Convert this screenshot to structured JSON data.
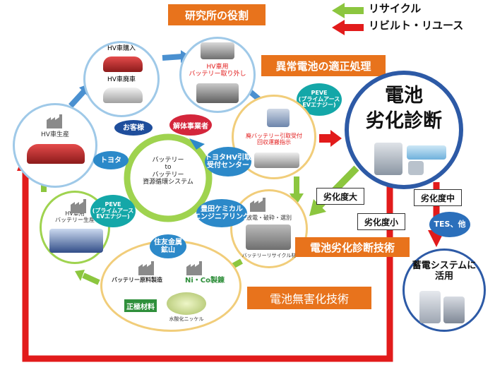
{
  "header": {
    "role_title": "研究所の役割",
    "legend_recycle": "リサイクル",
    "legend_rebuild": "リビルト・リユース"
  },
  "processing": {
    "abnormal_title": "異常電池の適正処理"
  },
  "diagnosis": {
    "title_line1": "電池",
    "title_line2": "劣化診断",
    "peve_label": "PEVE\n(プライムアース\nEVエナジー)"
  },
  "cycle": {
    "center_label": "バッテリー\nto\nバッテリー\n資源循環システム",
    "purchase": "HV車購入",
    "scrap": "HV車廃車",
    "removal": "HV車用\nバッテリー取り外し",
    "customer": "お客様",
    "dismantler": "解体事業者",
    "receiving": "廃バッテリー引取受付\n回収運搬指示",
    "toyota_center": "トヨタHV引取\n受付センター",
    "toyota": "トヨタ",
    "production": "HV車生産",
    "toyota_chem": "豊田ケミカル\nエンジニアリング",
    "crush": "放電・破砕・選別",
    "recycle_material": "バッテリーリサイクル材",
    "hv_battery_prod": "HV車用\nバッテリー生産",
    "peve_cycle": "PEVE\n(プライムアース\nEVエナジー)",
    "sumitomo": "住友金属\n鉱山",
    "raw_material": "バッテリー原料製造",
    "nico": "Ni・Co製錬",
    "cathode": "正極材料",
    "nickel_hydroxide": "水酸化ニッケル"
  },
  "degradation": {
    "large": "劣化度大",
    "small": "劣化度小",
    "medium": "劣化度中",
    "tes": "TES、他"
  },
  "tech": {
    "diagnosis_tech": "電池劣化診断技術",
    "harmless_tech": "電池無害化技術"
  },
  "storage": {
    "label": "蓄電システムに\n活用"
  },
  "colors": {
    "orange": "#e8731c",
    "red": "#e21b1b",
    "green": "#8cc63f",
    "blue": "#4a90d0",
    "navy": "#1f4e9c"
  }
}
